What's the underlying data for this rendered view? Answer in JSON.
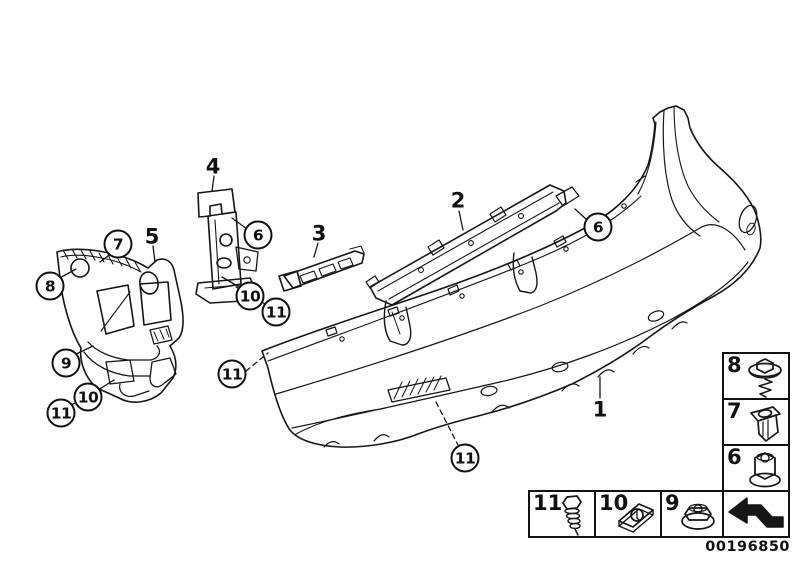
{
  "callouts": [
    {
      "label": "7",
      "style": "circle"
    },
    {
      "label": "5",
      "style": "plain"
    },
    {
      "label": "8",
      "style": "circle"
    },
    {
      "label": "4",
      "style": "plain"
    },
    {
      "label": "6",
      "style": "circle"
    },
    {
      "label": "10",
      "style": "circle"
    },
    {
      "label": "11",
      "style": "circle"
    },
    {
      "label": "3",
      "style": "plain"
    },
    {
      "label": "2",
      "style": "plain"
    },
    {
      "label": "6",
      "style": "circle"
    },
    {
      "label": "9",
      "style": "circle"
    },
    {
      "label": "10",
      "style": "circle"
    },
    {
      "label": "11",
      "style": "circle"
    },
    {
      "label": "11",
      "style": "circle"
    },
    {
      "label": "11",
      "style": "circle"
    },
    {
      "label": "1",
      "style": "plain"
    }
  ],
  "legend": {
    "column": [
      {
        "num": "8",
        "icon": "screw-with-washer-icon"
      },
      {
        "num": "7",
        "icon": "expanding-clip-icon"
      },
      {
        "num": "6",
        "icon": "flange-nut-icon"
      }
    ],
    "row": [
      {
        "num": "11",
        "icon": "tapping-screw-icon"
      },
      {
        "num": "10",
        "icon": "clamp-clip-icon"
      },
      {
        "num": "9",
        "icon": "washer-nut-icon"
      }
    ],
    "arrow_icon": "cross-reference-arrow-icon"
  },
  "footer": {
    "doc_number": "00196850"
  },
  "colors": {
    "line": "#161616",
    "background": "#ffffff"
  }
}
